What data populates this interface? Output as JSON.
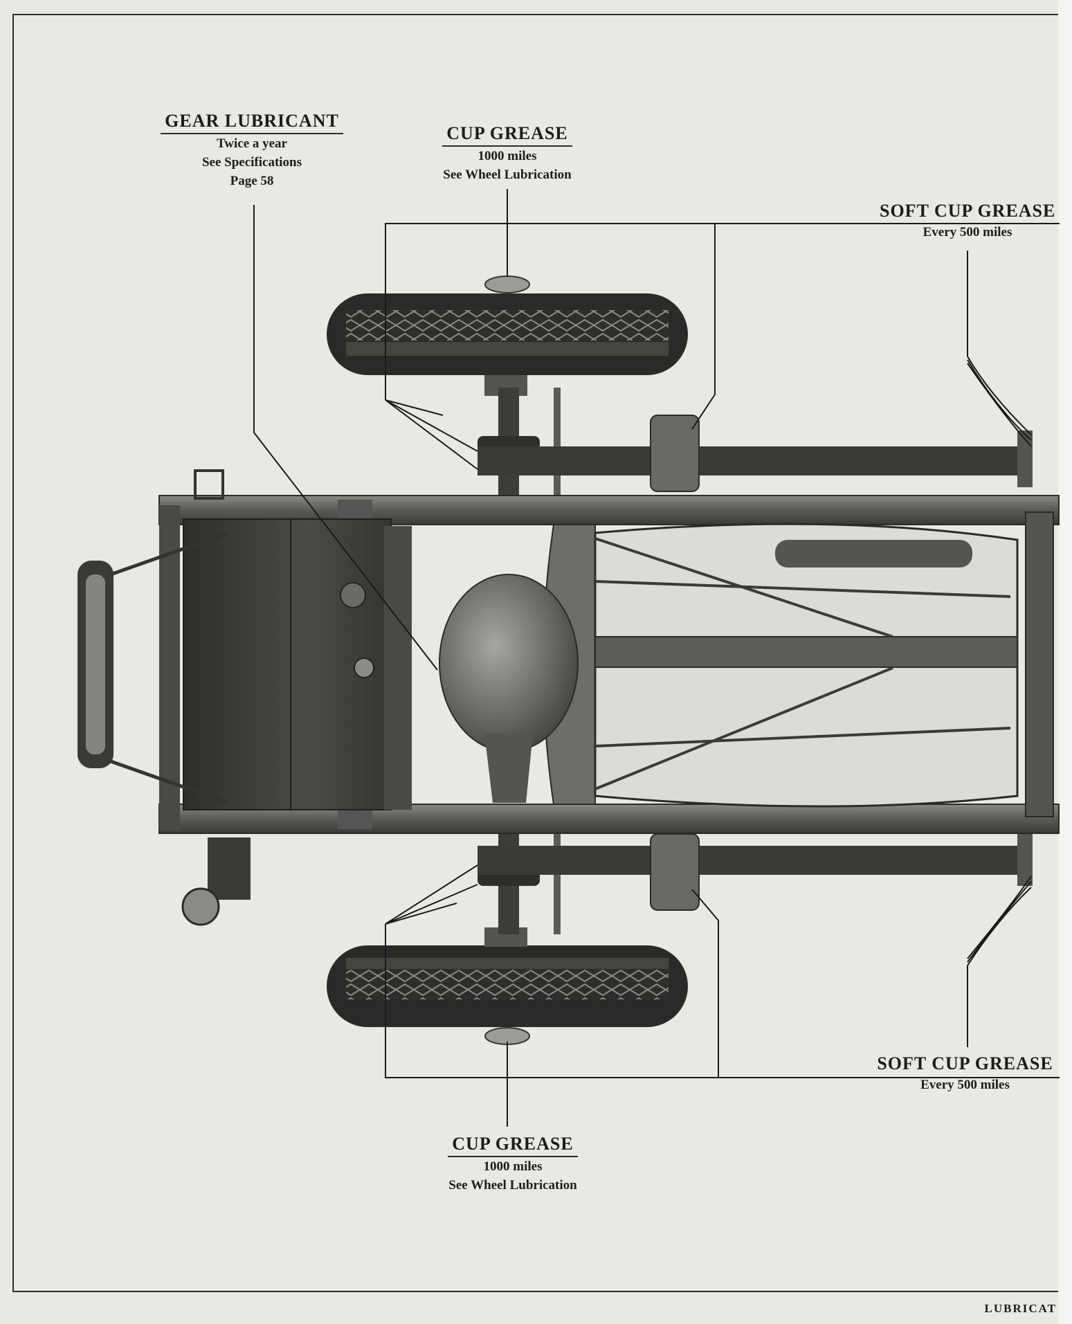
{
  "labels": {
    "gear_lubricant": {
      "title": "GEAR LUBRICANT",
      "line1": "Twice a year",
      "line2": "See Specifications",
      "line3": "Page 58"
    },
    "cup_grease_top": {
      "title": "CUP GREASE",
      "line1": "1000 miles",
      "line2": "See Wheel Lubrication"
    },
    "soft_cup_top": {
      "title": "SOFT CUP GREASE",
      "line1": "Every 500 miles"
    },
    "soft_cup_bottom": {
      "title": "SOFT CUP GREASE",
      "line1": "Every 500 miles"
    },
    "cup_grease_bottom": {
      "title": "CUP GREASE",
      "line1": "1000 miles",
      "line2": "See Wheel Lubrication"
    }
  },
  "footer": {
    "text": "LUBRICAT"
  },
  "colors": {
    "paper": "#e9e8e4",
    "ink": "#1c1c1c",
    "metal_dark": "#3a3a38",
    "metal_mid": "#6e6d69",
    "metal_light": "#a9a8a3"
  }
}
